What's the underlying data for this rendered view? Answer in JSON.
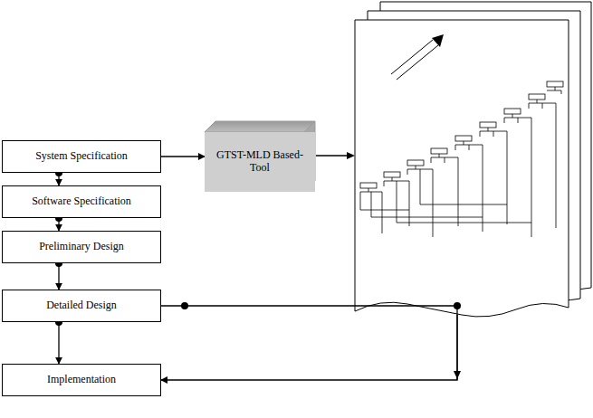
{
  "diagram": {
    "nodes": [
      {
        "text": [
          "System Specification"
        ]
      },
      {
        "text": [
          "Software Specification"
        ]
      },
      {
        "text": [
          "Preliminary Design"
        ]
      },
      {
        "text": [
          "Detailed Design"
        ]
      },
      {
        "text": [
          "Implementation"
        ]
      },
      {
        "text": [
          "GTST-MLD Based-Tool"
        ]
      }
    ],
    "edges": [
      {
        "from": 0,
        "to": 1,
        "arrow": "to"
      },
      {
        "from": 1,
        "to": 2,
        "arrow": "to"
      },
      {
        "from": 2,
        "to": 3,
        "arrow": "to"
      },
      {
        "from": 3,
        "to": 4,
        "arrow": "to"
      },
      {
        "from": 0,
        "to": 5,
        "arrow": "to"
      },
      {
        "from": 3,
        "to": 4,
        "arrow": "to"
      }
    ]
  }
}
